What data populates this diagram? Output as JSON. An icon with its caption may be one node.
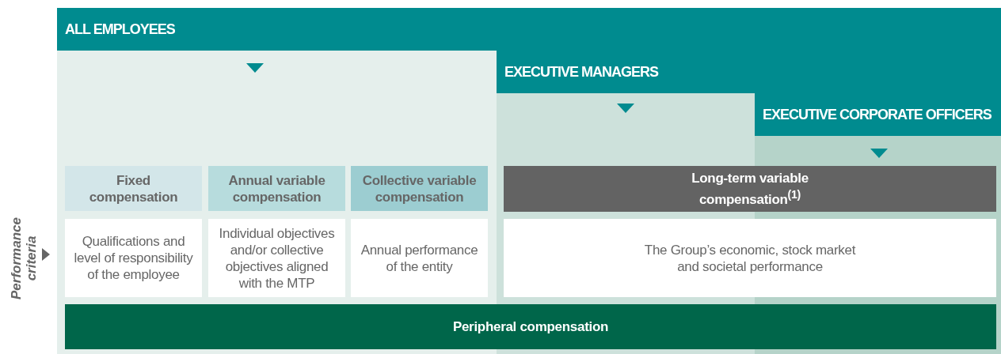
{
  "diagram": {
    "nodes": [
      {
        "text": [
          "ALL EMPLOYEES"
        ]
      },
      {
        "text": [
          "EXECUTIVE MANAGERS"
        ],
        "in": 0
      },
      {
        "text": [
          "EXECUTIVE CORPORATE OFFICERS"
        ],
        "in": 1
      },
      {
        "text": [
          "Fixed compensation"
        ],
        "in": 0
      },
      {
        "text": [
          "Annual variable compensation"
        ],
        "in": 0
      },
      {
        "text": [
          "Collective variable compensation"
        ],
        "in": 0
      },
      {
        "text": [
          "Long-term variable compensation$^{(1)}$"
        ],
        "in": 1
      },
      {
        "text": [
          "Qualifications and level of responsibility of the employee"
        ],
        "in": 0
      },
      {
        "text": [
          "Individual objectives and/or collective objectives aligned with the MTP"
        ],
        "in": 0
      },
      {
        "text": [
          "Annual performance of the entity"
        ],
        "in": 0
      },
      {
        "text": [
          "The Group’s economic, stock market and societal performance"
        ],
        "in": 1
      },
      {
        "text": [
          "Peripheral compensation"
        ],
        "in": 0
      }
    ],
    "labels": [
      "Performance criteria"
    ]
  }
}
